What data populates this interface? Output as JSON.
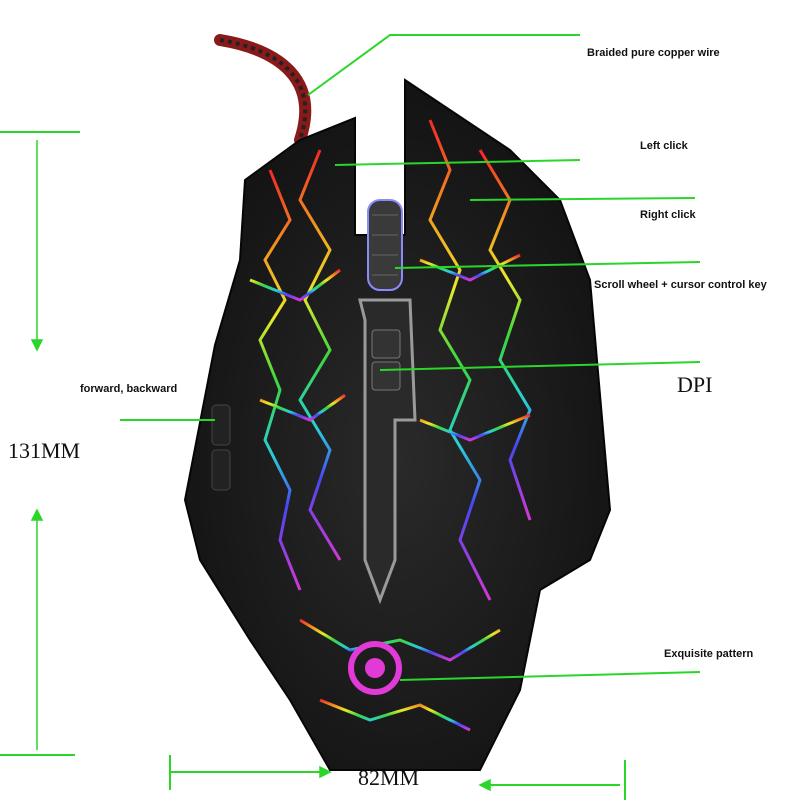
{
  "callouts": {
    "wire": "Braided pure copper wire",
    "left_click": "Left click",
    "right_click": "Right click",
    "scroll": "Scroll wheel + cursor control key",
    "side": "forward, backward",
    "dpi": "DPI",
    "pattern": "Exquisite pattern"
  },
  "dimensions": {
    "height": "131MM",
    "width": "82MM"
  },
  "colors": {
    "callout_line": "#2bd62b",
    "mouse_body": "#1b1b1b",
    "logo": "#e23ad6"
  }
}
